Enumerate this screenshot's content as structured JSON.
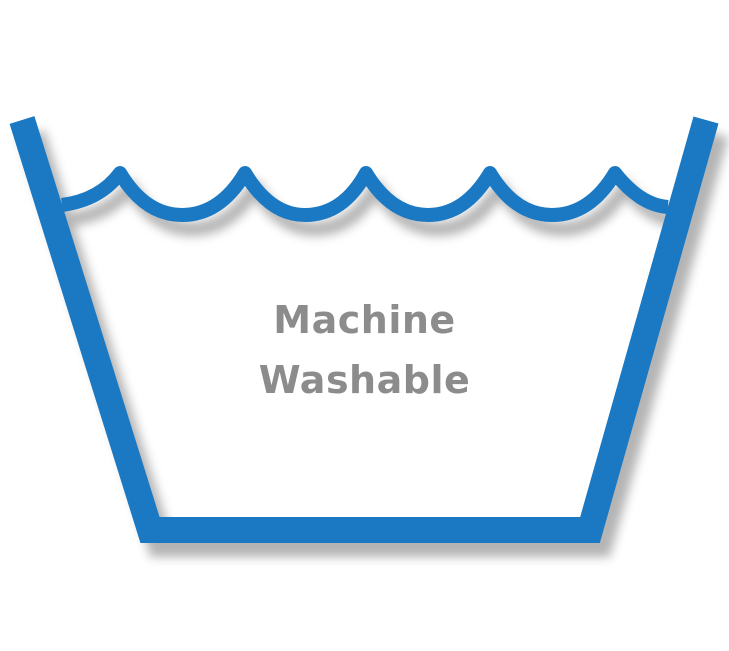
{
  "symbol": {
    "name": "machine-wash-symbol",
    "line1": "Machine",
    "line2": "Washable"
  },
  "colors": {
    "tub": "#1b79c3",
    "text": "#8c8c8c",
    "shadow": "#9a9a9a"
  }
}
